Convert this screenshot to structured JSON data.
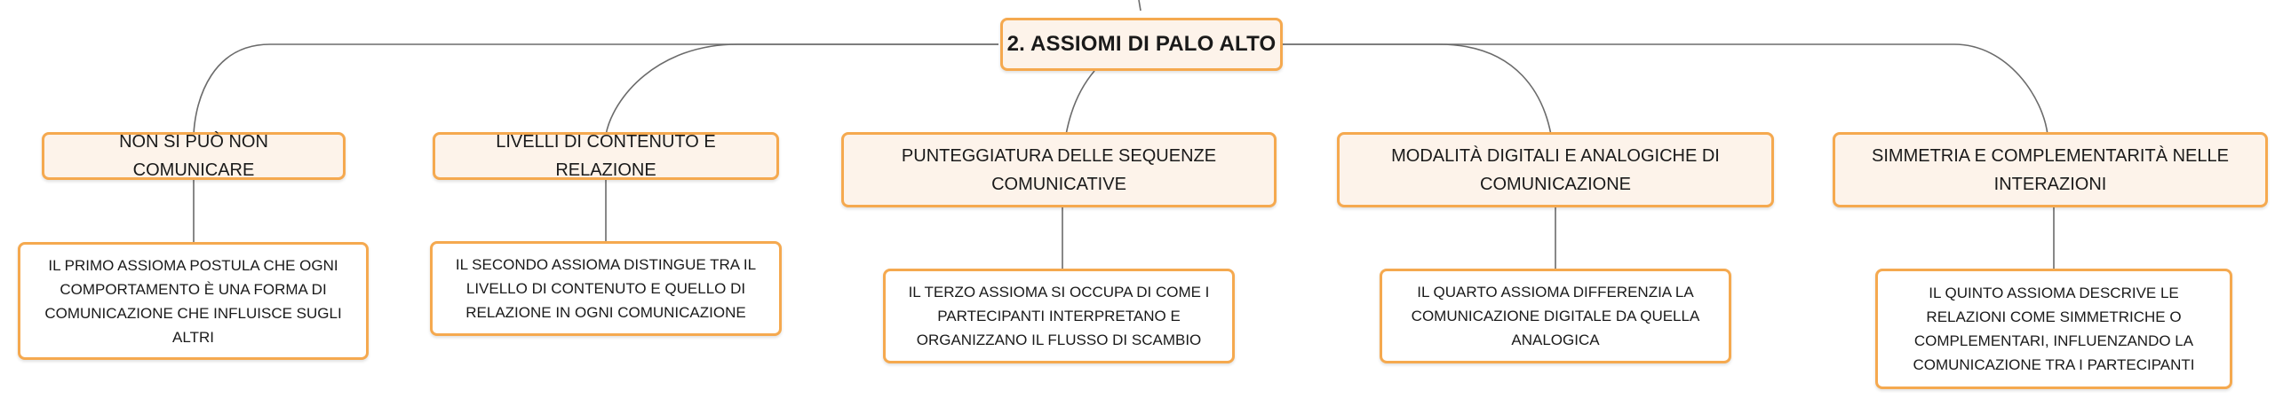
{
  "map": {
    "root": "2. ASSIOMI DI PALO ALTO",
    "topics": [
      {
        "title": "NON SI PUÒ NON COMUNICARE",
        "description": "IL PRIMO ASSIOMA POSTULA CHE OGNI COMPORTAMENTO È UNA FORMA DI COMUNICAZIONE CHE INFLUISCE SUGLI ALTRI"
      },
      {
        "title": "LIVELLI DI CONTENUTO E RELAZIONE",
        "description": "IL SECONDO ASSIOMA DISTINGUE TRA IL LIVELLO DI CONTENUTO E QUELLO DI RELAZIONE IN OGNI COMUNICAZIONE"
      },
      {
        "title": "PUNTEGGIATURA DELLE SEQUENZE COMUNICATIVE",
        "description": "IL TERZO ASSIOMA SI OCCUPA DI COME I PARTECIPANTI INTERPRETANO E ORGANIZZANO IL FLUSSO DI SCAMBIO"
      },
      {
        "title": "MODALITÀ DIGITALI E ANALOGICHE DI COMUNICAZIONE",
        "description": "IL QUARTO ASSIOMA DIFFERENZIA LA COMUNICAZIONE DIGITALE DA QUELLA ANALOGICA"
      },
      {
        "title": "SIMMETRIA E COMPLEMENTARITÀ NELLE INTERAZIONI",
        "description": "IL QUINTO ASSIOMA DESCRIVE LE RELAZIONI COME SIMMETRICHE O COMPLEMENTARI, INFLUENZANDO LA COMUNICAZIONE TRA I PARTECIPANTI"
      }
    ]
  },
  "colors": {
    "node_border": "#f5a94f",
    "node_fill": "#fdf3ea",
    "connector": "#6b6b6b"
  }
}
